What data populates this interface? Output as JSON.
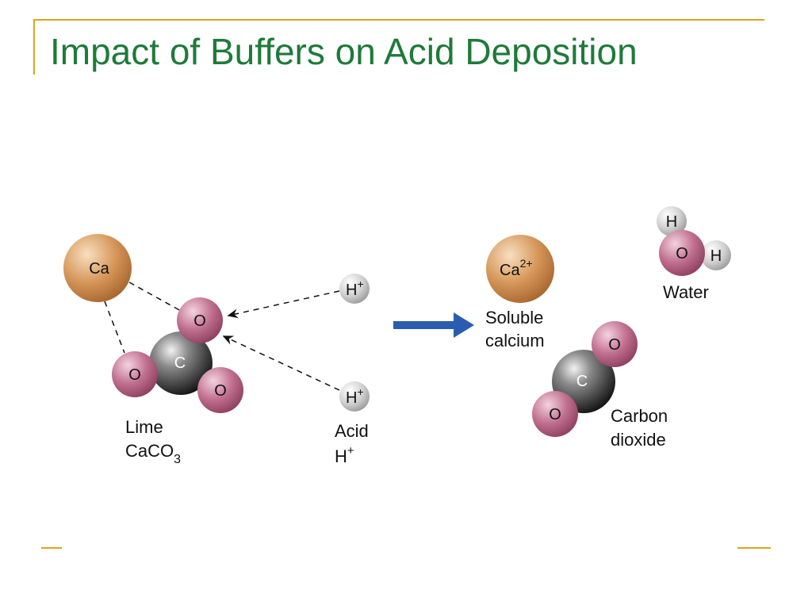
{
  "slide": {
    "title": "Impact of Buffers on Acid Deposition"
  },
  "diagram": {
    "reactant": {
      "atoms": {
        "ca": "Ca",
        "o_top": "O",
        "c": "C",
        "o_left": "O",
        "o_right": "O"
      },
      "caption_line1": "Lime",
      "caption_formula_base": "CaCO",
      "caption_formula_sub": "3"
    },
    "acid": {
      "ion_top_base": "H",
      "ion_top_sup": "+",
      "ion_bottom_base": "H",
      "ion_bottom_sup": "+",
      "caption_line1": "Acid",
      "caption_line2_base": "H",
      "caption_line2_sup": "+"
    },
    "products": {
      "calcium_ion_base": "Ca",
      "calcium_ion_sup": "2+",
      "calcium_caption_line1": "Soluble",
      "calcium_caption_line2": "calcium",
      "water_atoms": {
        "h_top": "H",
        "o": "O",
        "h_right": "H"
      },
      "water_caption": "Water",
      "co2_atoms": {
        "o_top": "O",
        "c": "C",
        "o_bottom": "O"
      },
      "co2_caption_line1": "Carbon",
      "co2_caption_line2": "dioxide"
    },
    "colors": {
      "title": "#1f7a3a",
      "frame": "#d9a521",
      "arrow": "#2a5db0",
      "calcium": "#d6975a",
      "oxygen": "#c06f8e",
      "carbon": "#3a3a3a",
      "hydrogen": "#cfcfcf"
    }
  }
}
